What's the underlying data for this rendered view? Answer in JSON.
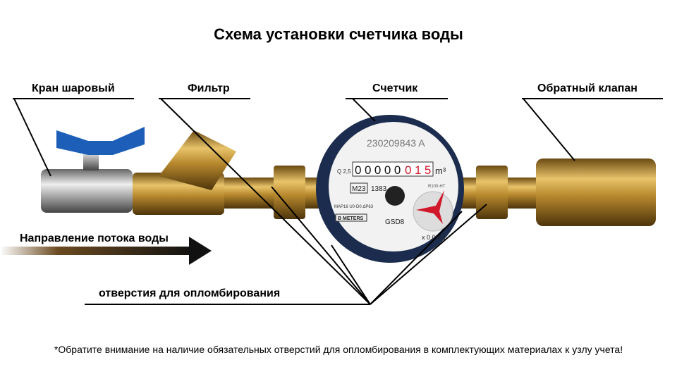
{
  "title": "Схема установки счетчика воды",
  "labels": {
    "ball_valve": "Кран шаровый",
    "filter": "Фильтр",
    "meter": "Счетчик",
    "check_valve": "Обратный клапан",
    "flow_direction": "Направление потока воды",
    "seal_holes": "отверстия для опломбирования"
  },
  "meter_face": {
    "serial": "230209843 A",
    "digits_black": "00000",
    "digits_red": "015",
    "unit": "m³",
    "q": "Q 2,5",
    "class": "M23",
    "code": "1383",
    "brand": "B METERS",
    "model": "GSD8",
    "multiplier": "x 0,0001",
    "line1": "R100-HT",
    "line2": "MAP16  U0-D0  ΔP63"
  },
  "footnote": "*Обратите внимание на наличие обязательных отверстий для опломбирования в комплектующих материалах к узлу учета!",
  "colors": {
    "brass": "#b8892e",
    "valve_handle": "#1d5fb8",
    "meter_ring": "#1b2c4e",
    "red_digits": "#d0182a"
  }
}
